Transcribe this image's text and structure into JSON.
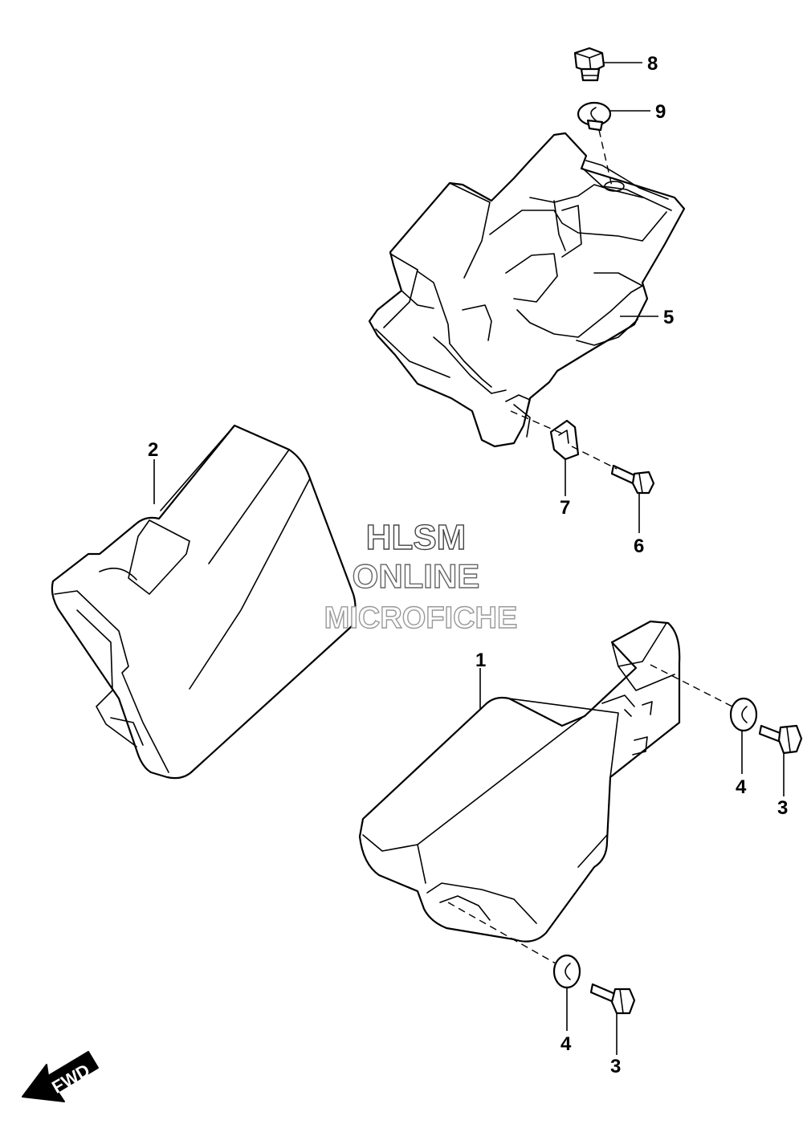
{
  "watermark": {
    "line1": "HLSM",
    "line2": "ONLINE",
    "line3": "MICROFICHE"
  },
  "direction_label": "FWD",
  "callouts": {
    "c1": "1",
    "c2": "2",
    "c3a": "3",
    "c3b": "3",
    "c4a": "4",
    "c4b": "4",
    "c5": "5",
    "c6": "6",
    "c7": "7",
    "c8": "8",
    "c9": "9"
  },
  "icons": [
    "fwd-arrow-icon"
  ]
}
